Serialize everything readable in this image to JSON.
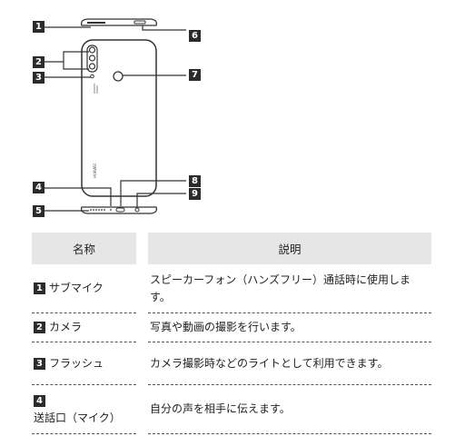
{
  "callouts": [
    "1",
    "2",
    "3",
    "4",
    "5",
    "6",
    "7",
    "8",
    "9"
  ],
  "phone_text": {
    "brand": "HUAWEI"
  },
  "table": {
    "headers": [
      "名称",
      "説明"
    ],
    "rows": [
      {
        "num": "1",
        "name": "サブマイク",
        "desc": "スピーカーフォン（ハンズフリー）通話時に使用します。"
      },
      {
        "num": "2",
        "name": "カメラ",
        "desc": "写真や動画の撮影を行います。"
      },
      {
        "num": "3",
        "name": "フラッシュ",
        "desc": "カメラ撮影時などのライトとして利用できます。"
      },
      {
        "num": "4",
        "name": "送話口（マイク）",
        "desc": "自分の声を相手に伝えます。"
      }
    ]
  },
  "colors": {
    "callout_bg": "#2b2b2b",
    "header_bg": "#e6e6e6"
  }
}
